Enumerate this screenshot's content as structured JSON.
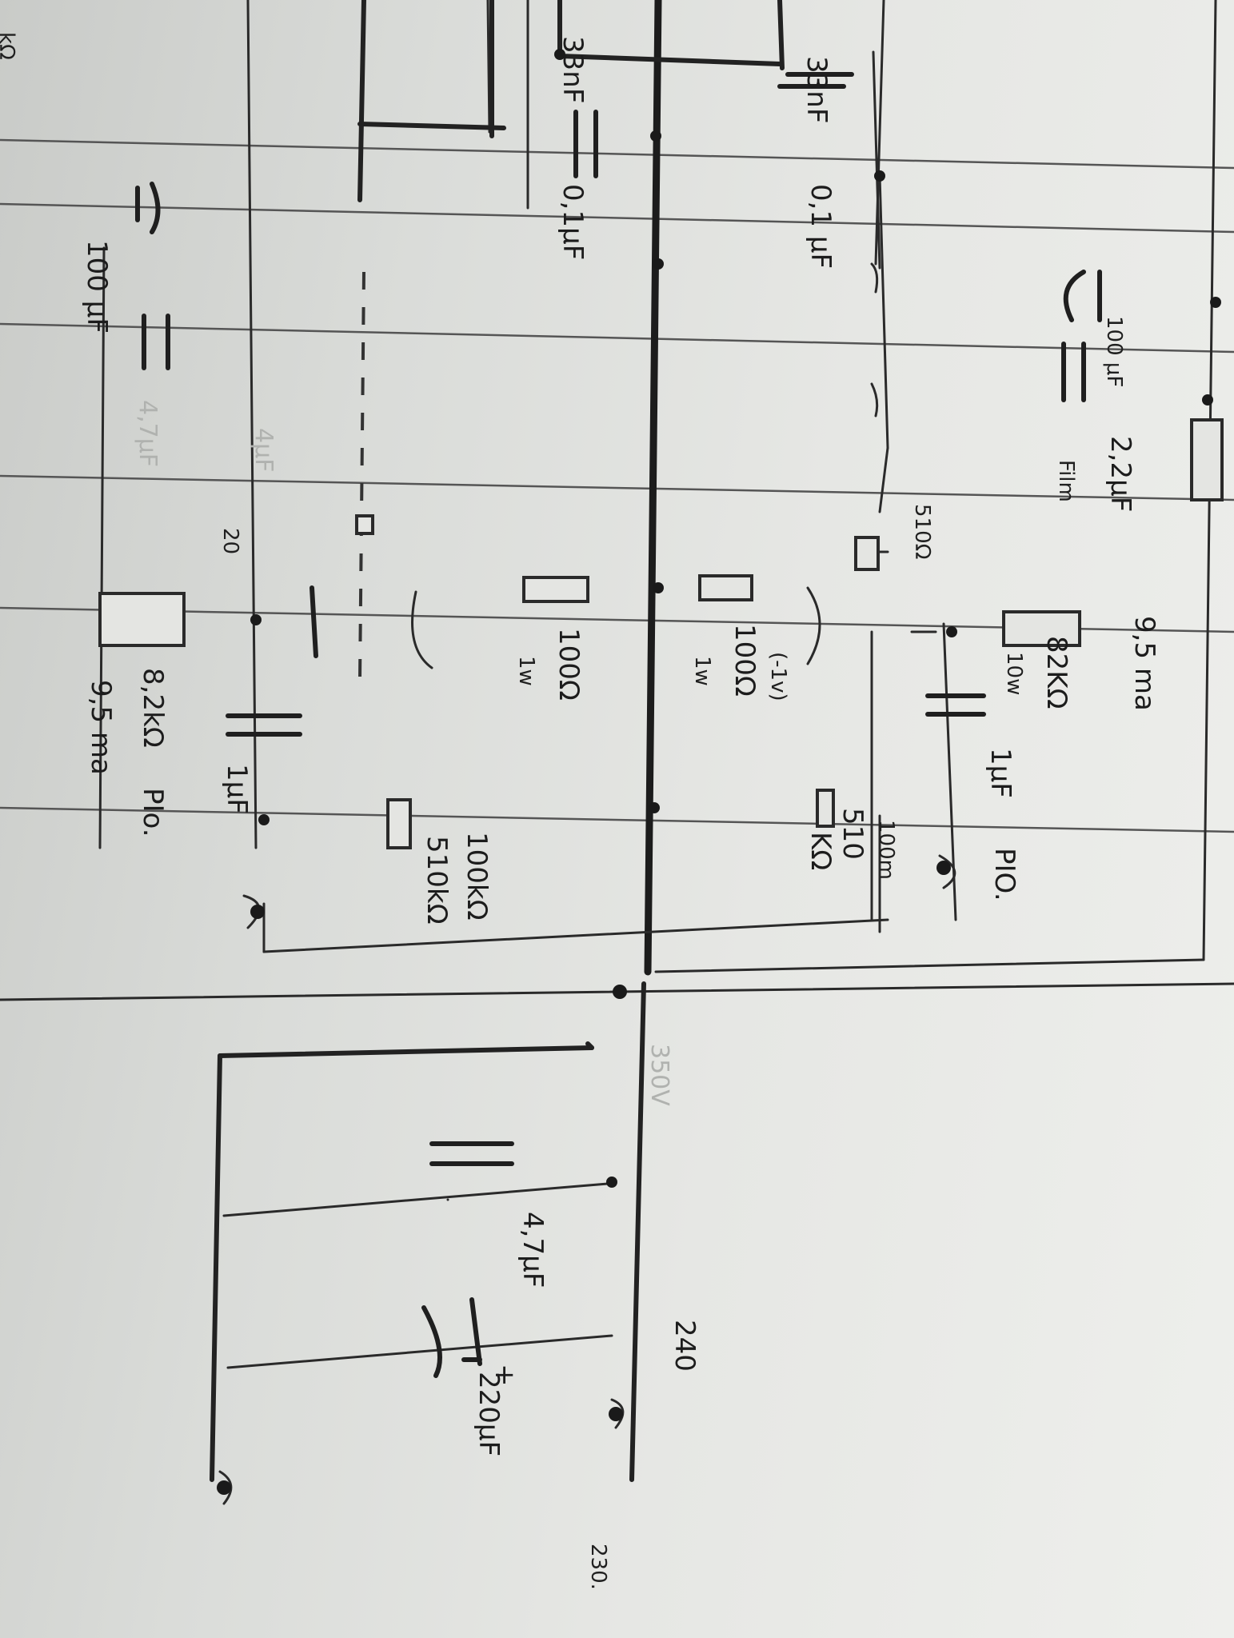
{
  "labels": {
    "top_left": "kΩ",
    "c_33nf_a": "33nF",
    "c_33nf_b": "33nF",
    "c_01_a": "0,1 μF",
    "c_01_b": "0,1μF",
    "c_100uf_top": "100 μF",
    "c_22uf": "2,2μF",
    "c_22uf_note": "Film",
    "r_510": "510Ω",
    "i_95ma_top": "9,5 ma",
    "r_82k": "82KΩ",
    "r_82k_w": "10w",
    "c_1uf_top": "1μF",
    "c_1uf_top_note": "PIO.",
    "r_100m": "100m",
    "r_510k_top": "510",
    "r_510k_top_unit": "KΩ",
    "r_100_a_note": "(-1v)",
    "r_100_a": "100Ω",
    "r_100_a_w": "1w",
    "r_100_b": "100Ω",
    "r_100_b_w": "1w",
    "r_100k": "100kΩ",
    "r_510k": "510kΩ",
    "c_100uf_bot": "100 μF",
    "c_47uf_faint": "4,7μF",
    "c_4uf_faint": "4μF",
    "c_4uf_num": "20",
    "r_82k_bot": "8,2kΩ",
    "r_82k_bot_note": "PIo.",
    "c_1uf_bot": "1μF",
    "i_95ma_bot": "9,5 ma",
    "v_350_faint": "350V",
    "c_47uf_psu": "4,7μF",
    "c_220uf": "220μF",
    "plus": "+",
    "v_240": "240",
    "v_230": "230."
  }
}
